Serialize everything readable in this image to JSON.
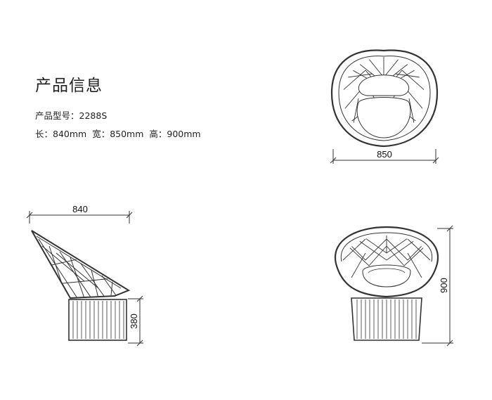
{
  "product": {
    "heading": "产品信息",
    "model_label": "产品型号：",
    "model_value": "2288S",
    "length_label": "长：",
    "length_value": "840mm",
    "width_label": "宽：",
    "width_value": "850mm",
    "height_label": "高：",
    "height_value": "900mm"
  },
  "dimensions": {
    "top_width": "850",
    "side_depth": "840",
    "side_seat_height": "380",
    "front_height": "900"
  },
  "colors": {
    "line": "#333333",
    "text": "#222222"
  }
}
